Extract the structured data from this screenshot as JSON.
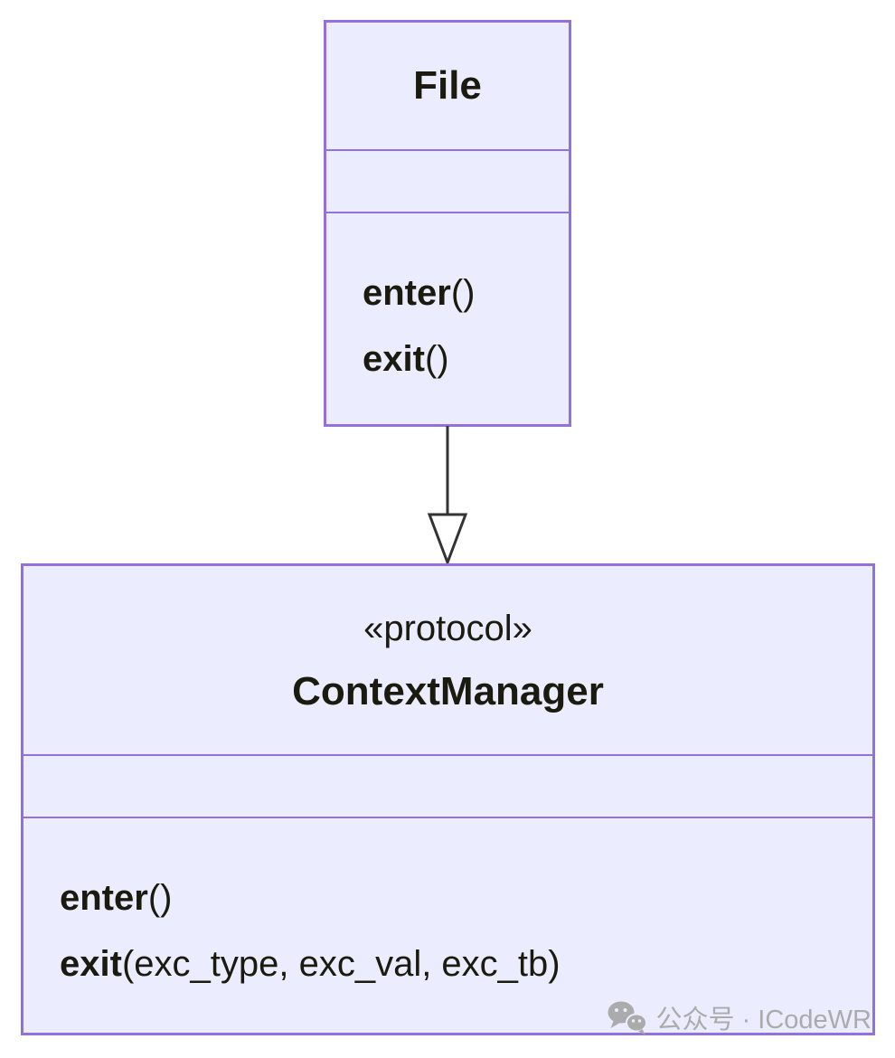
{
  "diagram": {
    "type": "uml-class-diagram",
    "classes": [
      {
        "id": "file",
        "stereotype": "",
        "name": "File",
        "attributes": [],
        "methods": [
          {
            "name": "enter",
            "signature": "()"
          },
          {
            "name": "exit",
            "signature": "()"
          }
        ]
      },
      {
        "id": "contextmanager",
        "stereotype": "«protocol»",
        "name": "ContextManager",
        "attributes": [],
        "methods": [
          {
            "name": "enter",
            "signature": "()"
          },
          {
            "name": "exit",
            "signature": "(exc_type, exc_val, exc_tb)"
          }
        ]
      }
    ],
    "relation": {
      "type": "realization",
      "from": "File",
      "to": "ContextManager",
      "arrowhead": "hollow-triangle-down"
    }
  },
  "watermark": {
    "icon": "wechat-icon",
    "text": "公众号 · ICodeWR"
  },
  "colors": {
    "fill": "#ECECFF",
    "border": "#9370DB",
    "line": "#333333",
    "text": "#1a1a0f",
    "watermark": "#ababab"
  }
}
